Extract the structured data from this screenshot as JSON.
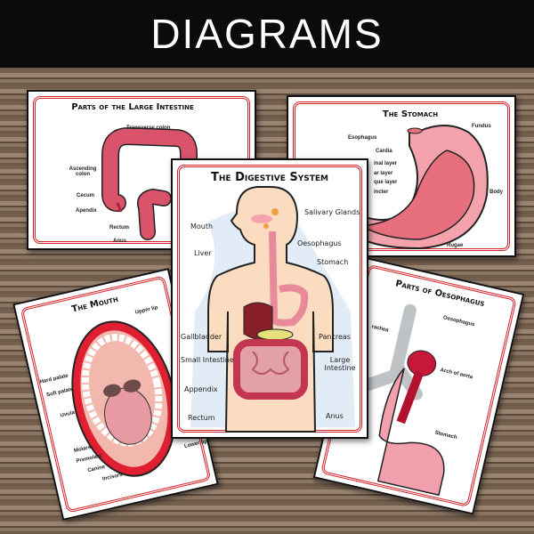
{
  "banner": {
    "title": "DIAGRAMS"
  },
  "cards": {
    "large_intestine": {
      "title": "Parts of the Large Intestine",
      "labels": [
        "Transverse colon",
        "Ascending colon",
        "Cecum",
        "Apendix",
        "Rectum",
        "Anus"
      ]
    },
    "stomach": {
      "title": "The Stomach",
      "labels": [
        "Esophagus",
        "Cardia",
        "inal layer",
        "ar layer",
        "que layer",
        "incter",
        "Fundus",
        "Body",
        "Rugae"
      ]
    },
    "digestive": {
      "title": "The Digestive System",
      "labels": [
        "Mouth",
        "Liver",
        "Gallbladder",
        "Small Intestine",
        "Appendix",
        "Rectum",
        "Salivary Glands",
        "Oesophagus",
        "Stomach",
        "Pancreas",
        "Large Intestine",
        "Anus"
      ]
    },
    "mouth": {
      "title": "The Mouth",
      "labels": [
        "Upper lip",
        "Hard palate",
        "Soft palate",
        "Uvula",
        "Molars",
        "Premolars",
        "Canine",
        "Incisors",
        "Lower lip"
      ]
    },
    "oesophagus": {
      "title": "Parts of Oesophagus",
      "labels": [
        "Oesophagus",
        "rachea",
        "Arch of aorta",
        "Stomach"
      ]
    }
  },
  "colors": {
    "border_red": "#d2232a",
    "banner": "#0b0b0b",
    "skin": "#fbdcc0",
    "intestine": "#d9546b"
  }
}
